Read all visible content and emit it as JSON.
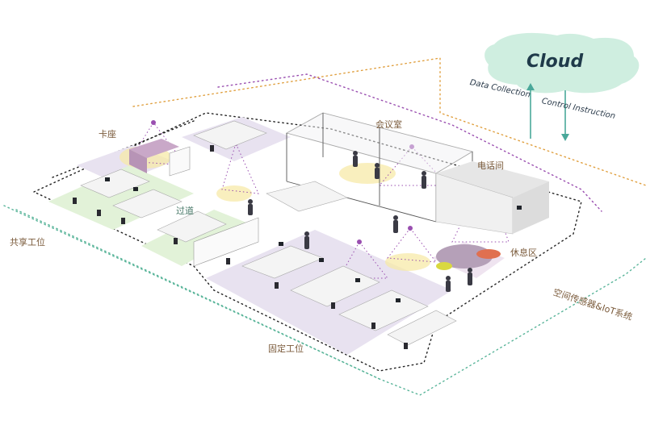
{
  "cloud": {
    "label": "Cloud",
    "data_collection": "Data Collection",
    "control_instruction": "Control Instruction"
  },
  "zones": {
    "booth": "卡座",
    "meeting_room": "会议室",
    "phone_room": "电话间",
    "aisle": "过道",
    "shared_desks": "共享工位",
    "lounge": "休息区",
    "fixed_desks": "固定工位",
    "sensors": "空间传感器&IoT系统"
  },
  "colors": {
    "cloud_fill": "#cfeee0",
    "arrow": "#4aa89a",
    "purple_dots": "#9a4fb0",
    "orange_dots": "#e0a040",
    "green_dots": "#5ab59a",
    "black_dots": "#222222",
    "floor_lavender": "#e8e2f0",
    "floor_green": "#e2f2d8",
    "sensor_glow": "#f7e9a8"
  }
}
